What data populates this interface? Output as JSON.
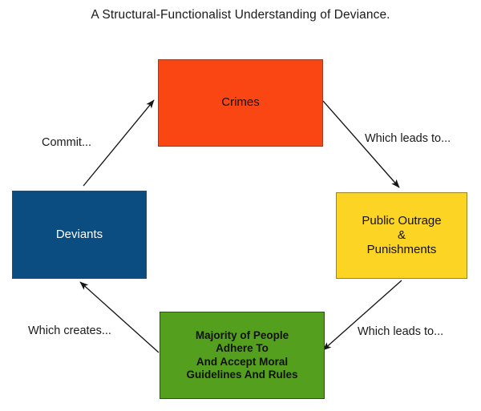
{
  "diagram": {
    "title": "A Structural-Functionalist Understanding of Deviance.",
    "type": "cycle-flowchart",
    "nodes": [
      {
        "id": "crimes",
        "label": "Crimes",
        "fill": "#fa4613",
        "border": "#9e3b23",
        "text_color": "#111111"
      },
      {
        "id": "outrage",
        "label": "Public Outrage\n&\nPunishments",
        "fill": "#fcd424",
        "border": "#9c8421",
        "text_color": "#111111"
      },
      {
        "id": "majority",
        "label": "Majority of People\nAdhere To\nAnd Accept Moral\nGuidelines And Rules",
        "fill": "#549f1d",
        "border": "#2f4f17",
        "text_color": "#111111"
      },
      {
        "id": "deviants",
        "label": "Deviants",
        "fill": "#0c4d81",
        "border": "#2b4a66",
        "text_color": "#ffffff"
      }
    ],
    "edges": [
      {
        "id": "deviants-to-crimes",
        "from": "deviants",
        "to": "crimes",
        "label": "Commit..."
      },
      {
        "id": "crimes-to-outrage",
        "from": "crimes",
        "to": "outrage",
        "label": "Which leads to..."
      },
      {
        "id": "outrage-to-majority",
        "from": "outrage",
        "to": "majority",
        "label": "Which leads to..."
      },
      {
        "id": "majority-to-deviants",
        "from": "majority",
        "to": "deviants",
        "label": "Which creates..."
      }
    ]
  }
}
